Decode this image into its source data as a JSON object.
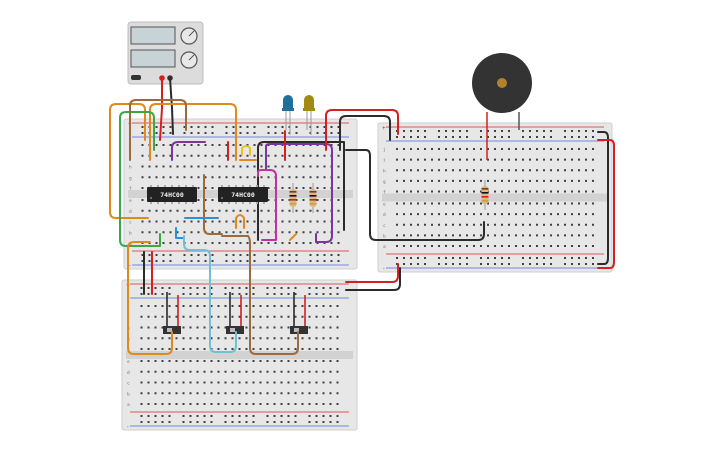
{
  "chips": [
    {
      "label": "74HC00"
    },
    {
      "label": "74HC00"
    }
  ],
  "breadboard_rows": [
    "a",
    "b",
    "c",
    "d",
    "e",
    "f",
    "g",
    "h",
    "i",
    "j"
  ],
  "breadboard_rail_signs": {
    "plus": "+",
    "minus": "-"
  },
  "colors": {
    "board": "#e7e7e7",
    "board_center": "#d2d2d2",
    "hole": "#3f3f3f",
    "rail_red": "#d42a2a",
    "rail_blue": "#4a6ad8",
    "wire_red": "#d42020",
    "wire_black": "#2b2b2b",
    "wire_orange": "#e08a1c",
    "wire_green": "#3aa845",
    "wire_purple": "#7a34a3",
    "wire_brown": "#9b6a3d",
    "wire_blue": "#2f8fd4",
    "wire_cyan": "#6cc2d4",
    "wire_yellow": "#e7c41e",
    "wire_magenta": "#c22fa7",
    "chip": "#222222",
    "led_blue": "#1f6f9c",
    "led_yellow": "#a08a12",
    "buzzer": "#333333",
    "buzzer_center": "#b3822d"
  },
  "icons": {
    "power_supply": "dual-display-power-supply-icon",
    "buzzer": "piezo-buzzer-icon",
    "led": "led-icon",
    "resistor": "resistor-icon",
    "switch": "slide-switch-icon"
  }
}
